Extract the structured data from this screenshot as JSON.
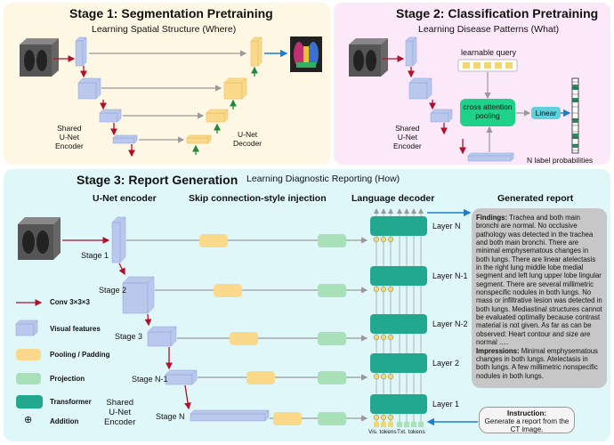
{
  "stage1": {
    "title": "Stage 1: Segmentation Pretraining",
    "subtitle": "Learning Spatial Structure (Where)",
    "encoder_label": "Shared\nU-Net\nEncoder",
    "decoder_label": "U-Net\nDecoder"
  },
  "stage2": {
    "title": "Stage 2: Classification Pretraining",
    "subtitle": "Learning Disease Patterns (What)",
    "query_label": "learnable query",
    "pooling_label": "cross attention\npooling",
    "linear_label": "Linear",
    "encoder_label": "Shared\nU-Net\nEncoder",
    "prob_label": "N label probabilities"
  },
  "stage3": {
    "title": "Stage 3: Report  Generation",
    "subtitle": "Learning Diagnostic Reporting (How)",
    "col_encoder": "U-Net encoder",
    "col_skip": "Skip connection-style injection",
    "col_decoder": "Language decoder",
    "col_report": "Generated report",
    "stages": [
      "Stage 1",
      "Stage 2",
      "Stage 3",
      "Stage N-1",
      "Stage N"
    ],
    "layers": [
      "Layer N",
      "Layer N-1",
      "Layer N-2",
      "Layer 2",
      "Layer 1"
    ],
    "encoder_label": "Shared\nU-Net\nEncoder",
    "vis_tokens": "Vis. tokens",
    "txt_tokens": "Txt. tokens"
  },
  "legend": {
    "conv": "Conv 3×3×3",
    "visual": "Visual features",
    "pooling": "Pooling / Padding",
    "projection": "Projection",
    "transformer": "Transformer",
    "addition": "Addition",
    "addition_symbol": "⊕"
  },
  "report": {
    "findings_label": "Findings:",
    "findings_text": " Trachea and both main bronchi are normal. No occlusive pathology was detected in the trachea and both main bronchi. There are minimal emphysematous changes in both lungs. There are linear atelectasis in the right lung middle lobe medial segment and left lung upper lobe lingular segment. There are several millimetric nonspecific nodules in both lungs. No mass or infiltrative lesion was detected in both lungs. Mediastinal structures cannot be evaluated optimally because contrast material is not given. As far as can be observed: Heart contour and size are normal .....",
    "impressions_label": "Impressions:",
    "impressions_text": " Minimal emphysematous changes in both lungs. Atelectasis in both lungs. A few millimetric nonspecific nodules in both lungs."
  },
  "instruction": {
    "label": "Instruction:",
    "text": "Generate a report from the CT image."
  },
  "colors": {
    "stage1_bg": "#fdf7e4",
    "stage2_bg": "#fbe8f8",
    "stage3_bg": "#e0f7f9",
    "arrow_red": "#b0102a",
    "arrow_blue": "#1a7fd0",
    "arrow_green": "#1f8a3a",
    "feature_blue": "#b9c8ec",
    "pooling": "#fbd98a",
    "projection": "#a8e0b8",
    "transformer": "#23a890"
  }
}
